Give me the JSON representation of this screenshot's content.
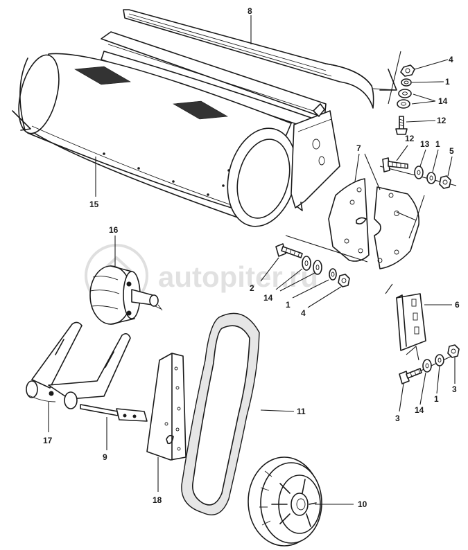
{
  "diagram": {
    "watermark": "autopiter.ru",
    "labels": {
      "c1a": "1",
      "c1b": "1",
      "c1c": "1",
      "c1d": "1",
      "c2": "2",
      "c3a": "3",
      "c3b": "3",
      "c4a": "4",
      "c4b": "4",
      "c5": "5",
      "c6": "6",
      "c7": "7",
      "c8": "8",
      "c9": "9",
      "c10": "10",
      "c11": "11",
      "c12a": "12",
      "c12b": "12",
      "c13": "13",
      "c14a": "14",
      "c14b": "14",
      "c14c": "14",
      "c15": "15",
      "c16": "16",
      "c17": "17",
      "c18": "18"
    }
  }
}
